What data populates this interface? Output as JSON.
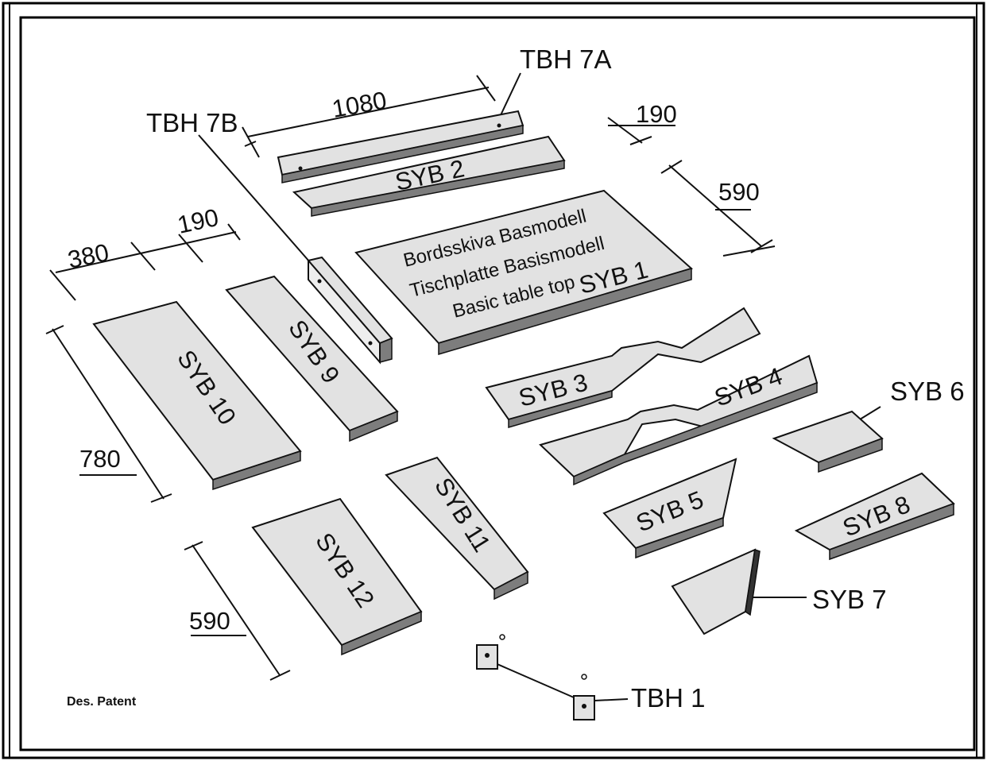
{
  "parts": {
    "tbh7a": "TBH 7A",
    "tbh7b": "TBH 7B",
    "syb1": "SYB 1",
    "syb1_line1": "Bordsskiva Basmodell",
    "syb1_line2": "Tischplatte Basismodell",
    "syb1_line3": "Basic table top",
    "syb2": "SYB 2",
    "syb3": "SYB 3",
    "syb4": "SYB 4",
    "syb5": "SYB 5",
    "syb6": "SYB 6",
    "syb7": "SYB 7",
    "syb8": "SYB 8",
    "syb9": "SYB 9",
    "syb10": "SYB 10",
    "syb11": "SYB 11",
    "syb12": "SYB 12",
    "tbh1": "TBH 1"
  },
  "dimensions": {
    "d1080": "1080",
    "d190_top": "190",
    "d590_top": "590",
    "d380": "380",
    "d190_left": "190",
    "d780": "780",
    "d590_bottom": "590"
  },
  "footer": {
    "patent": "Des. Patent"
  },
  "colors": {
    "panel_fill": "#e2e2e2",
    "panel_edge": "#7d7d7d",
    "line": "#111111",
    "border": "#000000",
    "background": "#ffffff"
  }
}
